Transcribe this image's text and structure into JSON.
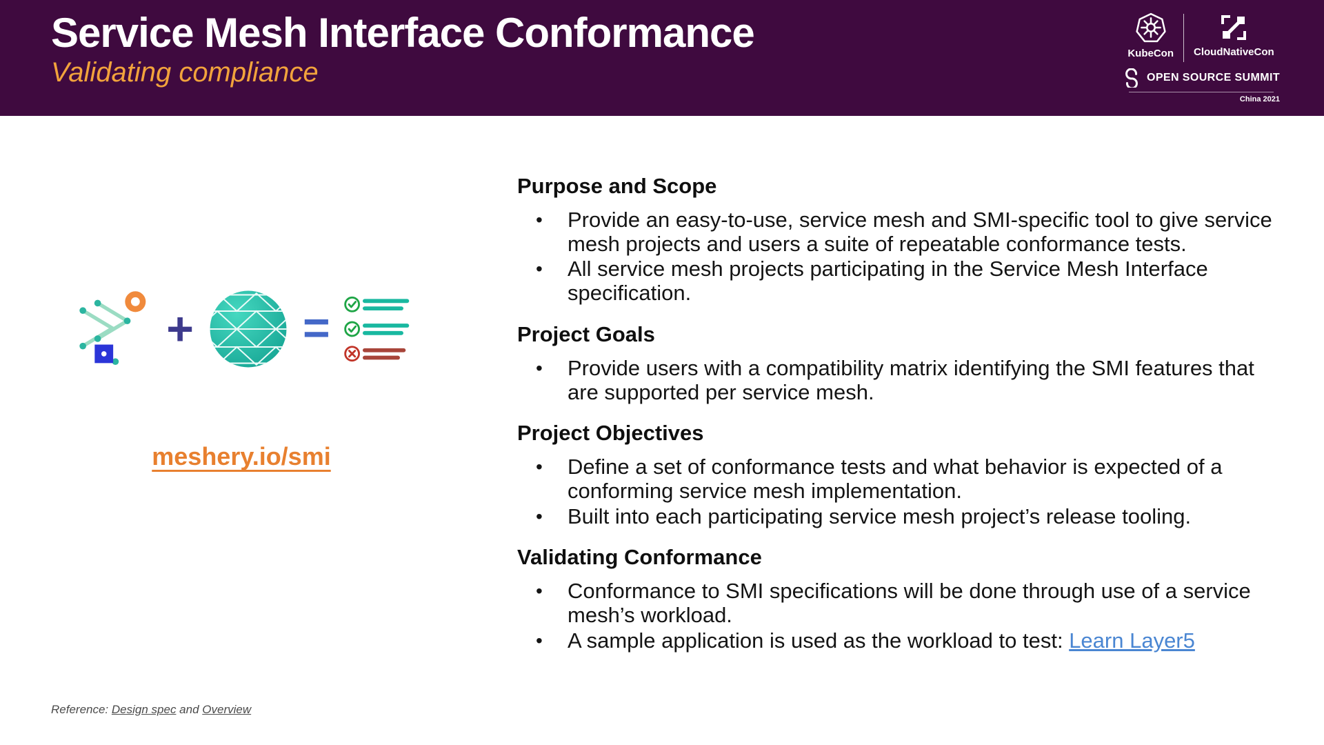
{
  "header": {
    "title": "Service Mesh Interface Conformance",
    "subtitle": "Validating compliance",
    "logos": {
      "kubecon": "KubeCon",
      "cloudnativecon": "CloudNativeCon",
      "summit": "OPEN SOURCE SUMMIT",
      "location": "China 2021"
    }
  },
  "illustration": {
    "plus": "+",
    "equals": "=",
    "link_label": "meshery.io/smi"
  },
  "bullet_glyph": "•",
  "sections": [
    {
      "heading": "Purpose and Scope",
      "bullets": [
        "Provide an easy-to-use, service mesh and SMI-specific tool to give service mesh projects and users a suite of repeatable conformance tests.",
        "All service mesh projects participating in the Service Mesh Interface specification."
      ]
    },
    {
      "heading": "Project Goals",
      "bullets": [
        "Provide users with a compatibility matrix identifying the SMI features that are supported per service mesh."
      ]
    },
    {
      "heading": "Project Objectives",
      "bullets": [
        "Define a set of conformance tests and what behavior is expected of a conforming service mesh implementation.",
        "Built into each participating service mesh project’s release tooling."
      ]
    },
    {
      "heading": "Validating Conformance",
      "bullets": [
        "Conformance to SMI specifications will be done through use of a service mesh’s workload.",
        "A sample application is used as the workload to test: "
      ],
      "link_label": "Learn Layer5"
    }
  ],
  "footer": {
    "prefix": "Reference: ",
    "design_spec": "Design spec",
    "conjunction": " and ",
    "overview": "Overview"
  },
  "icons": {
    "kubecon-wheel-icon": "kubernetes helm wheel",
    "cloudnativecon-cube-icon": "cncf cube mark",
    "open-source-summit-s-icon": "s swirl",
    "meshery-graph-icon": "node graph with orange ring and blue square",
    "mesh-sphere-icon": "teal geodesic mesh sphere",
    "conformance-checklist-icon": "checklist with two passes and one failure"
  },
  "colors": {
    "header_bg": "#3F0A3F",
    "subtitle_orange": "#F2A33C",
    "meshery_link_orange": "#E8802F",
    "hyperlink_blue": "#4A86D2",
    "teal": "#19B8A0",
    "check_green": "#1FA546",
    "cross_red": "#C13428",
    "plus_indigo": "#3D3A8C",
    "equals_blue": "#4468C8"
  }
}
